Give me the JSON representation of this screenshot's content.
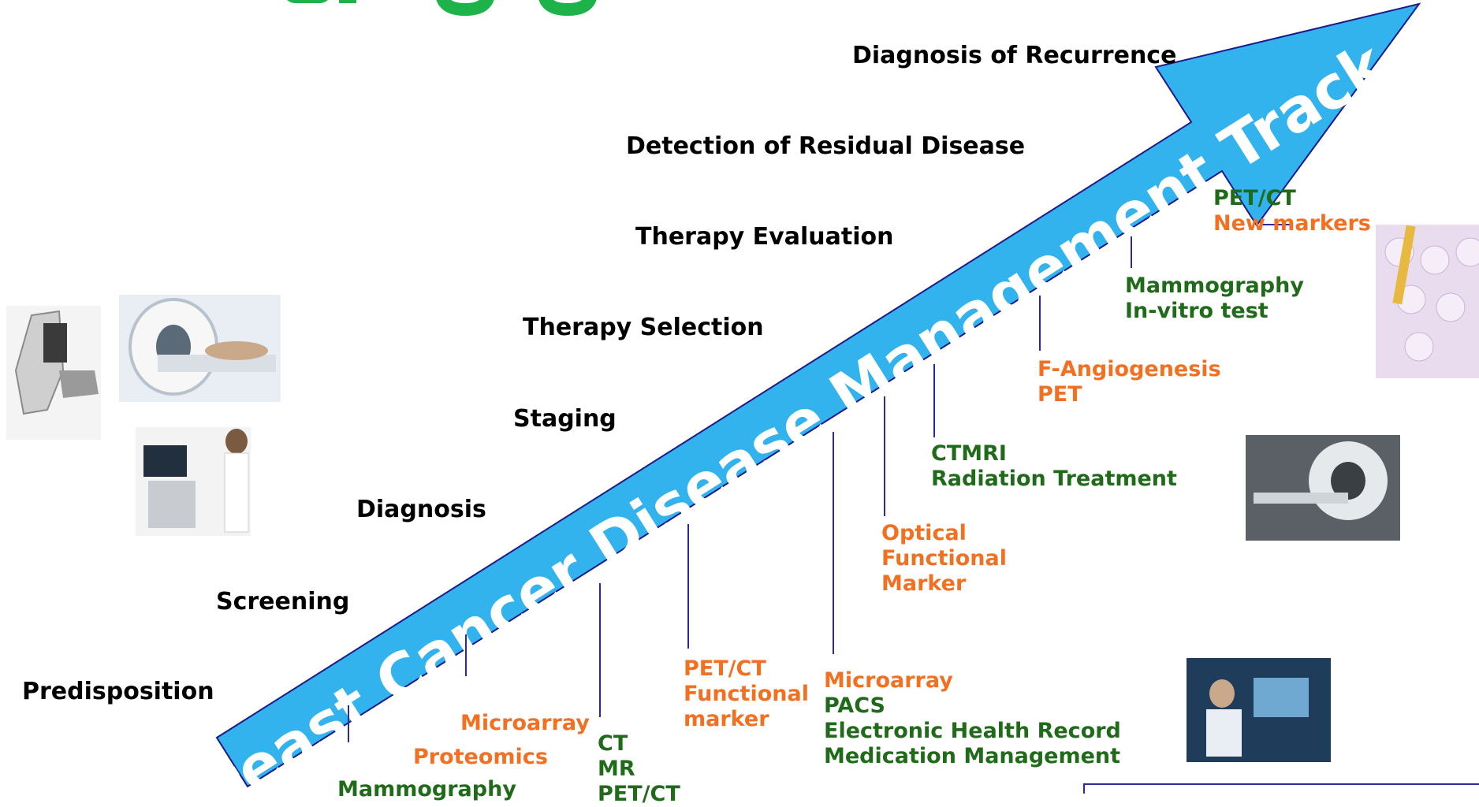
{
  "title_fragment": "… Imaging …",
  "arrow": {
    "label": "Breast Cancer Disease Management Track",
    "fill": "#33b3ee",
    "stroke": "#1a1a8c"
  },
  "colors": {
    "stage": "#000000",
    "modality_green": "#1f6b1a",
    "modality_orange": "#f27022",
    "title_green": "#1db34a",
    "leader": "#2b2b9a"
  },
  "stages": {
    "predisposition": "Predisposition",
    "screening": "Screening",
    "diagnosis": "Diagnosis",
    "staging": "Staging",
    "therapy_selection": "Therapy Selection",
    "therapy_evaluation": "Therapy Evaluation",
    "residual": "Detection of Residual Disease",
    "recurrence": "Diagnosis of Recurrence"
  },
  "modalities": {
    "mammography_bottom": "Mammography",
    "proteomics": "Proteomics",
    "microarray_1": "Microarray",
    "ct": "CT",
    "mr": "MR",
    "petct_bottom": "PET/CT",
    "petct_2": "PET/CT",
    "functional_marker_1": "Functional",
    "marker_1": "marker",
    "microarray_2": "Microarray",
    "pacs": "PACS",
    "ehr": "Electronic Health Record",
    "medication": "Medication Management",
    "optical": "Optical",
    "functional_2": "Functional",
    "marker_2": "Marker",
    "ctmri": "CTMRI",
    "radiation": "Radiation Treatment",
    "f_angio": "F-Angiogenesis",
    "pet": "PET",
    "mammography_top": "Mammography",
    "invitro": "In-vitro test",
    "petct_top": "PET/CT",
    "new_markers": "New markers"
  },
  "icons": [
    "mammography-machine-photo",
    "mri-scanner-photo",
    "ultrasound-station-photo",
    "lab-tubes-photo",
    "pet-ct-scanner-photo",
    "radiology-workstation-photo"
  ]
}
